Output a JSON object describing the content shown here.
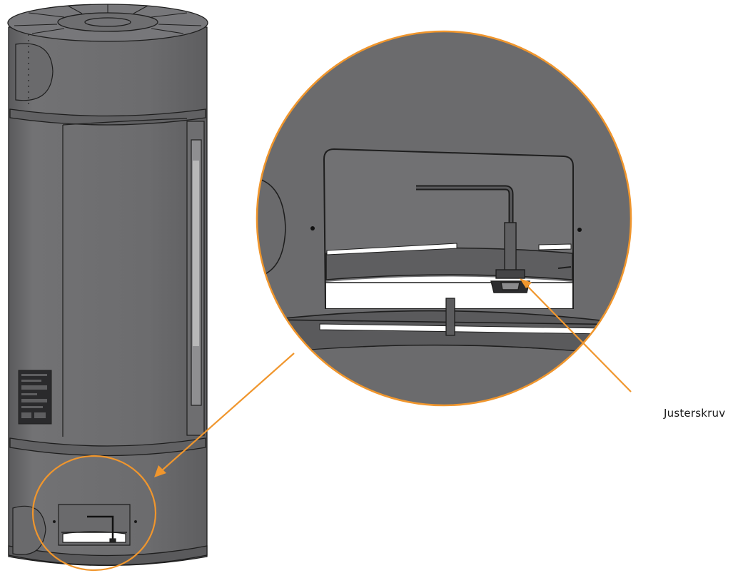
{
  "figure": {
    "callout_label": "Justerskruv",
    "colors": {
      "stove_body": "#6c6c6e",
      "stove_dark": "#4a4a4c",
      "stove_light": "#8a8a8c",
      "outline": "#1e1e1e",
      "accent_orange": "#f0962d",
      "glass": "#9a9a9a"
    },
    "components": [
      "stove-body",
      "top-cap",
      "side-glass-panel",
      "rating-label",
      "bottom-opening",
      "detail-magnifier",
      "adjusting-screw",
      "hex-key"
    ]
  }
}
